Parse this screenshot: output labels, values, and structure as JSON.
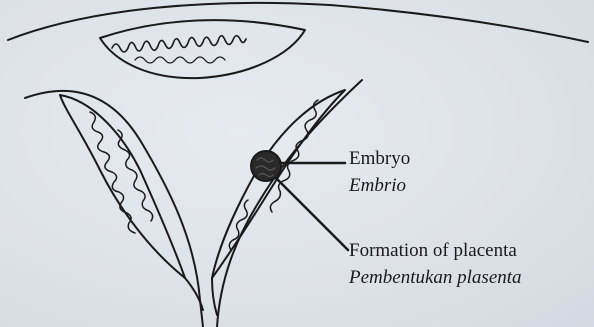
{
  "labels": {
    "embryo": {
      "english": "Embryo",
      "malay": "Embrio"
    },
    "placenta": {
      "english": "Formation of placenta",
      "malay": "Pembentukan plasenta"
    }
  },
  "colors": {
    "ink": "#1a1a1a",
    "paper": "#dbe0e6"
  }
}
